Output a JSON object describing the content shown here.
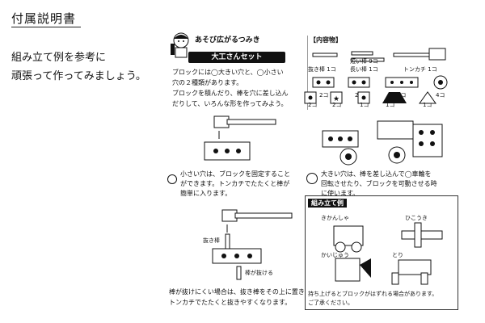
{
  "header": {
    "title": "付属説明書"
  },
  "intro": {
    "line1": "組み立て例を参考に",
    "line2": "頑張って作ってみましょう。"
  },
  "sheet": {
    "title_small": "あそび広がるつみき",
    "title_big": "大工さんセット",
    "desc": [
      "ブロックには◯大きい穴と、◯小さい",
      "穴の２種類があります。",
      "ブロックを積んだり、棒を穴に差し込ん",
      "だりして、いろんな形を作ってみよう。"
    ],
    "contents": {
      "label": "【内容物】",
      "items": [
        {
          "name": "抜き棒",
          "count": "1コ"
        },
        {
          "name": "短い棒",
          "count": "9コ"
        },
        {
          "name": "長い棒",
          "count": "1コ"
        },
        {
          "name": "トンカチ",
          "count": "1コ"
        },
        {
          "name": "2コ"
        },
        {
          "name": "2コ"
        },
        {
          "name": "2コ"
        },
        {
          "name": "4コ"
        },
        {
          "name": "2コ"
        },
        {
          "name": "2コ"
        },
        {
          "name": "1コ"
        },
        {
          "name": "1コ"
        },
        {
          "name": "1コ"
        }
      ]
    },
    "small_hole": {
      "text1": "小さい穴は、ブロックを固定すること",
      "text2": "ができます。トンカチでたたくと棒が",
      "text3": "簡単に入ります。"
    },
    "big_hole": {
      "text1": "大きい穴は、棒を差し込んで◯車輪を",
      "text2": "回転させたり、ブロックを可動させる時",
      "text3": "に使います。"
    },
    "remove": {
      "label_pin": "抜き棒",
      "label_out": "棒が抜ける",
      "text1": "棒が抜けにくい場合は、抜き棒をその上に置き",
      "text2": "トンカチでたたくと抜きやすくなります。"
    },
    "examples": {
      "title": "組み立て例",
      "items": [
        "きかんしゃ",
        "ひこうき",
        "かいじゅう",
        "とり"
      ],
      "note1": "持ち上げるとブロックがはずれる場合があります。",
      "note2": "ご了承ください。"
    }
  }
}
